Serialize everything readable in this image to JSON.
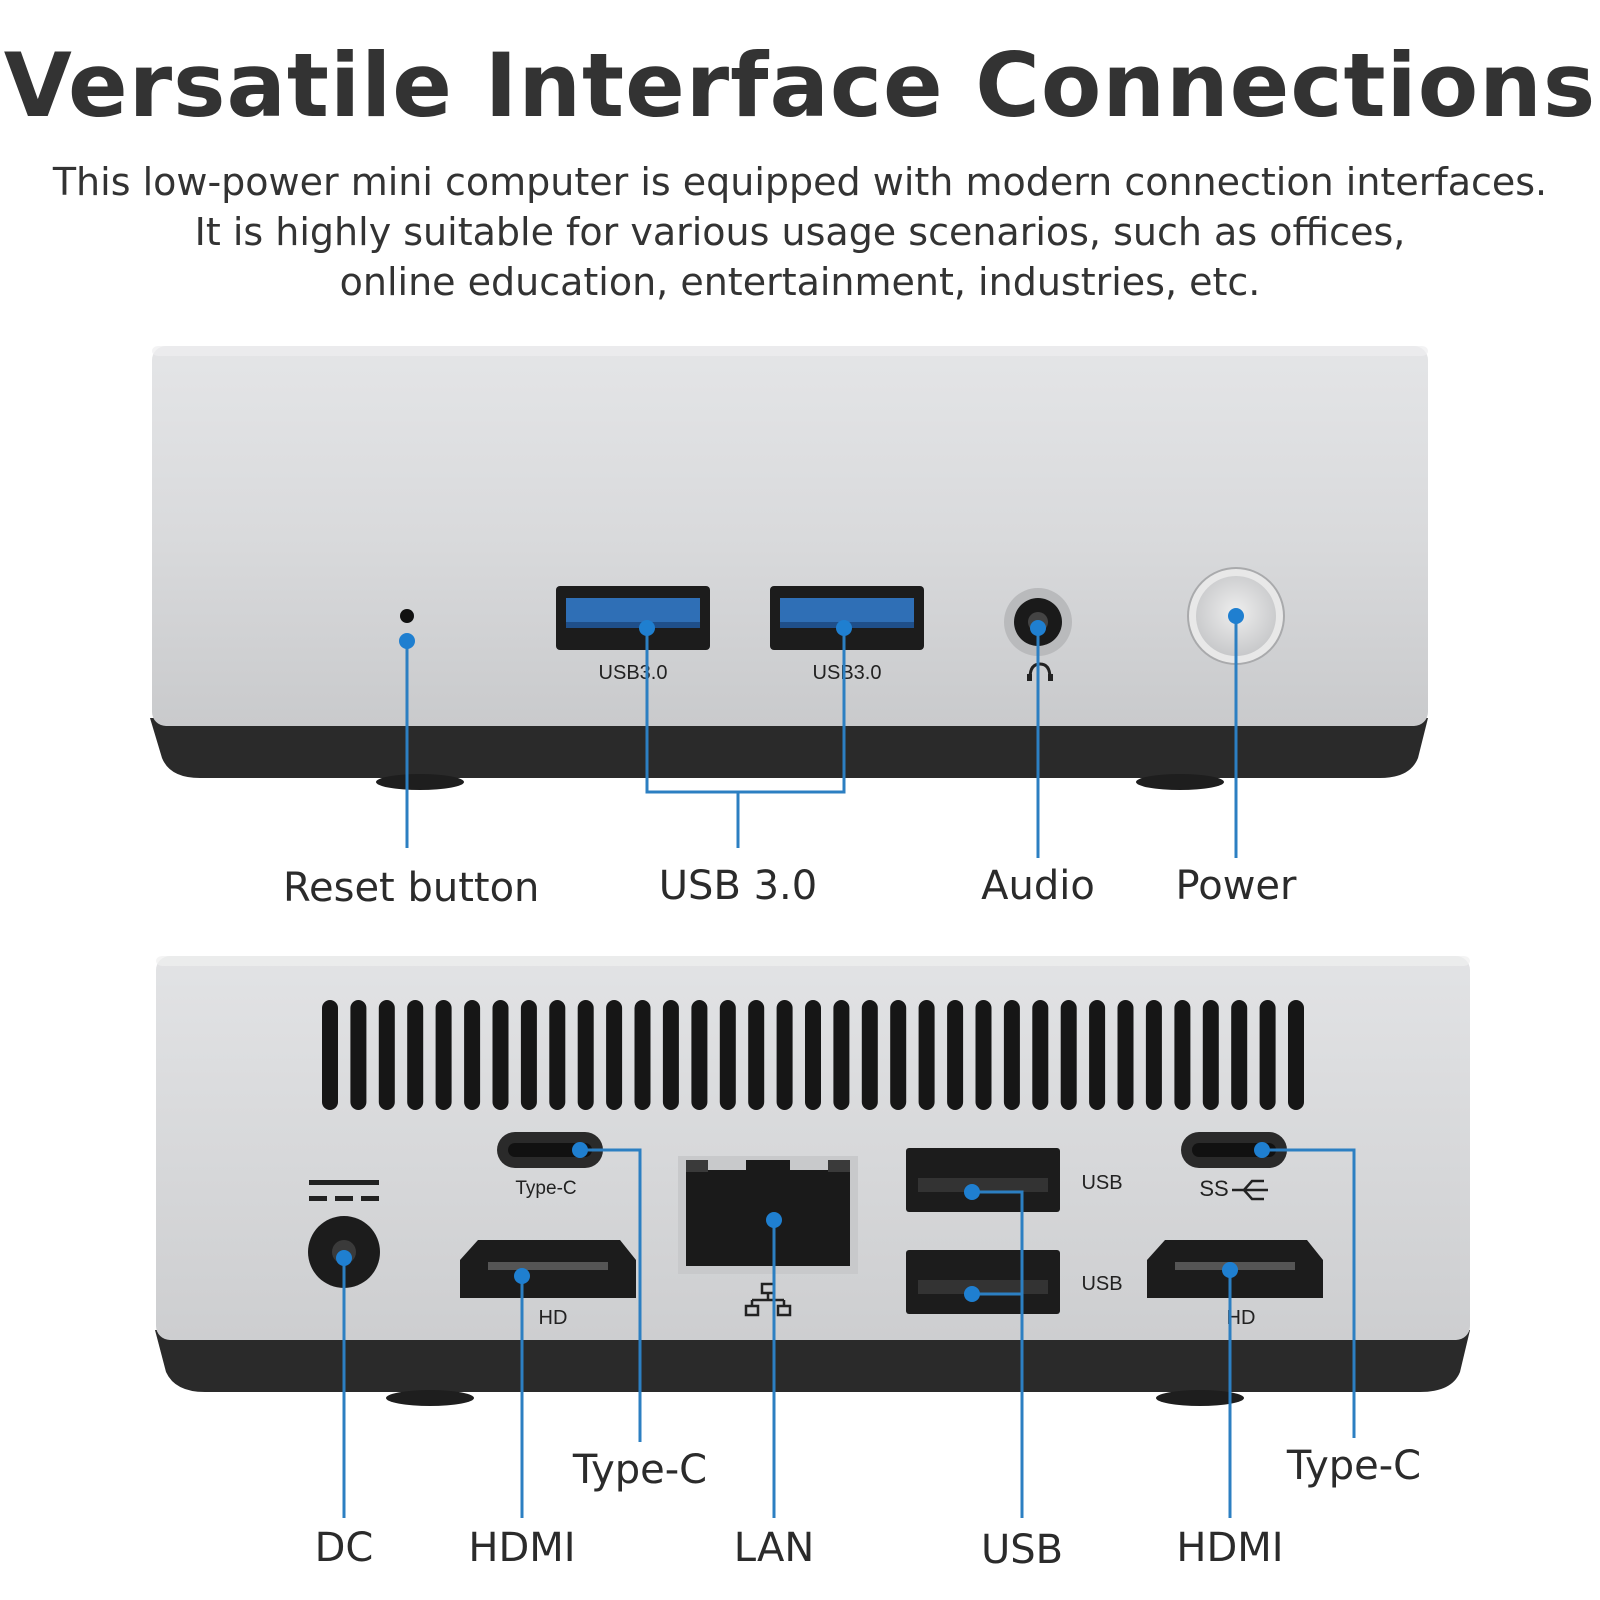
{
  "header": {
    "title": "Versatile Interface Connections",
    "lines": [
      "This low-power mini computer is equipped with modern connection interfaces.",
      "It is highly suitable for various usage scenarios, such as offices,",
      "online education, entertainment, industries, etc."
    ]
  },
  "front": {
    "port_marks": {
      "usb1": "USB3.0",
      "usb2": "USB3.0"
    },
    "labels": {
      "reset": "Reset button",
      "usb": "USB 3.0",
      "audio": "Audio",
      "power": "Power"
    }
  },
  "rear": {
    "port_marks": {
      "typec_left": "Type-C",
      "hdmi_left": "HD",
      "usb_top": "USB",
      "usb_bottom": "USB",
      "typec_right": "SS",
      "hdmi_right": "HD"
    },
    "labels": {
      "dc": "DC",
      "hdmi_left": "HDMI",
      "typec_left": "Type-C",
      "lan": "LAN",
      "usb": "USB",
      "hdmi_right": "HDMI",
      "typec_right": "Type-C"
    }
  },
  "colors": {
    "accent": "#2c7fc2",
    "chassis": "#d6d7d9",
    "base": "#2a2a2a",
    "port": "#1f1f1f",
    "usb_blue": "#2f6fb6"
  }
}
